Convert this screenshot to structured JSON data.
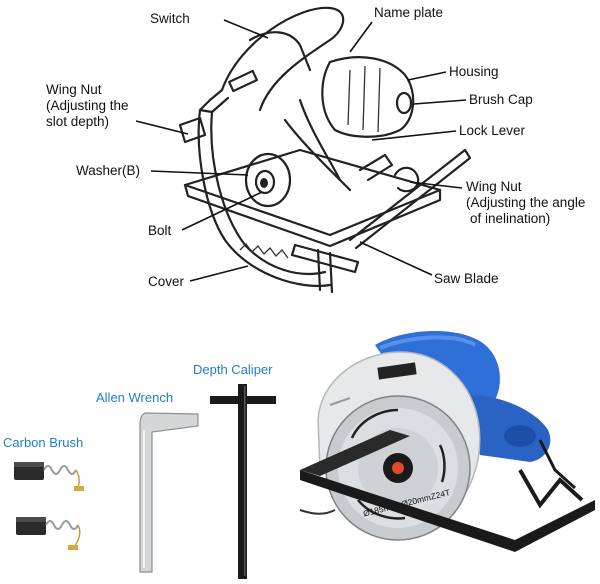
{
  "diagram_labels": {
    "switch": "Switch",
    "name_plate": "Name plate",
    "housing": "Housing",
    "brush_cap": "Brush Cap",
    "lock_lever": "Lock Lever",
    "wing_nut_depth": [
      "Wing Nut",
      "(Adjusting the",
      "slot depth)"
    ],
    "washer": "Washer(B)",
    "wing_nut_angle": [
      "Wing Nut",
      "(Adjusting the angle",
      "of inelination)"
    ],
    "bolt": "Bolt",
    "saw_blade": "Saw Blade",
    "cover": "Cover"
  },
  "accessories": {
    "carbon_brush": "Carbon Brush",
    "allen_wrench": "Allen Wrench",
    "depth_caliper": "Depth Caliper"
  },
  "blade_marking": "Ø185mmxØ20mmZ24T",
  "colors": {
    "label_text": "#111111",
    "accessory_text": "#1f7fc6",
    "housing_blue": "#2e6fd8",
    "saw_guard": "#e6e8ea",
    "base_plate": "#1a1a1a"
  }
}
